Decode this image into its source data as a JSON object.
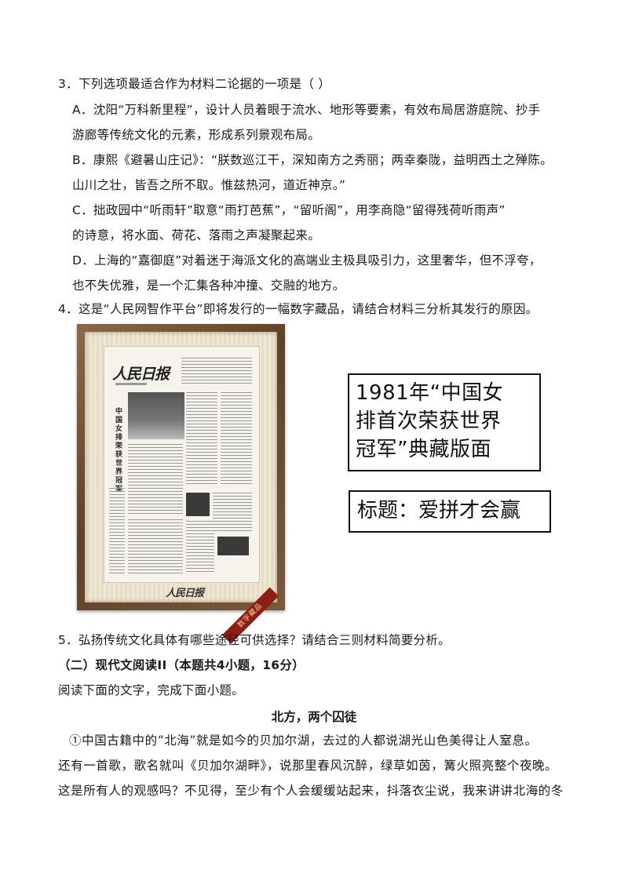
{
  "q3": {
    "stem": "3．下列选项最适合作为材料二论据的一项是（    ）",
    "options": [
      {
        "lines": [
          "A．沈阳“万科新里程”，设计人员着眼于流水、地形等要素，有效布局居游庭院、抄手",
          "游廊等传统文化的元素，形成系列景观布局。"
        ]
      },
      {
        "lines": [
          "B．康熙《避暑山庄记》：“朕数巡江干，深知南方之秀丽；两幸秦陇，益明西土之殚陈。",
          "山川之壮，皆吾之所不取。惟兹热河，道近神京。”"
        ]
      },
      {
        "lines": [
          "C．拙政园中“听雨轩”取意“雨打芭蕉”，“留听阁”，用李商隐“留得残荷听雨声”",
          "的诗意，将水面、荷花、落雨之声凝聚起来。"
        ]
      },
      {
        "lines": [
          "D．上海的“嘉御庭”对着迷于海派文化的高端业主极具吸引力，这里奢华，但不浮夸，",
          "也不失优雅，是一个汇集各种冲撞、交融的地方。"
        ]
      }
    ]
  },
  "q4": {
    "stem": "4．这是“人民网智作平台”即将发行的一幅数字藏品，请结合材料三分析其发行的原因。",
    "image": {
      "masthead": "人民日报",
      "vertical_headline": "中国女排荣获世界冠军",
      "footer_logo": "人民日报",
      "ribbon": "数字藏品"
    },
    "caption_box": [
      "1981年“中国女",
      "排首次荣获世界",
      "冠军”典藏版面"
    ],
    "title_box": "标题：爱拼才会赢"
  },
  "q5": {
    "stem": "5．弘扬传统文化具体有哪些途径可供选择？请结合三则材料简要分析。"
  },
  "section2": {
    "heading": "（二）现代文阅读II（本题共4小题，16分）",
    "instruction": "阅读下面的文字，完成下面小题。",
    "article_title": "北方，两个囚徒",
    "paragraph_lines": [
      "①中国古籍中的“北海”就是如今的贝加尔湖，去过的人都说湖光山色美得让人窒息。",
      "还有一首歌，歌名就叫《贝加尔湖畔》，说那里春风沉醉，绿草如茵，篝火照亮整个夜晚。",
      "这是所有人的观感吗？不见得，至少有个人会缓缓站起来，抖落衣尘说，我来讲讲北海的冬"
    ]
  }
}
